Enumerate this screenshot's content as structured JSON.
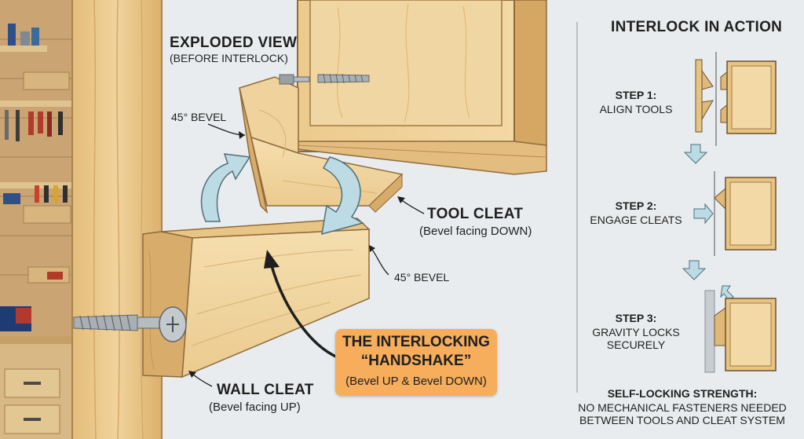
{
  "exploded_view": {
    "title": "EXPLODED VIEW",
    "subtitle": "(BEFORE INTERLOCK)"
  },
  "bevel_top": "45° BEVEL",
  "bevel_bottom": "45° BEVEL",
  "tool_cleat": {
    "title": "TOOL CLEAT",
    "subtitle": "(Bevel facing DOWN)"
  },
  "wall_cleat": {
    "title": "WALL CLEAT",
    "subtitle": "(Bevel facing UP)"
  },
  "handshake": {
    "line1": "THE INTERLOCKING",
    "line2": "“HANDSHAKE”",
    "subtitle": "(Bevel UP & Bevel DOWN)"
  },
  "interlock": {
    "title": "INTERLOCK IN ACTION",
    "steps": [
      {
        "title": "STEP 1:",
        "desc": "ALIGN TOOLS"
      },
      {
        "title": "STEP 2:",
        "desc": "ENGAGE CLEATS"
      },
      {
        "title": "STEP 3:",
        "desc": "GRAVITY LOCKS",
        "desc2": "SECURELY"
      }
    ]
  },
  "strength": {
    "title": "SELF-LOCKING STRENGTH:",
    "line1": "NO MECHANICAL FASTENERS NEEDED",
    "line2": "BETWEEN TOOLS AND CLEAT SYSTEM"
  },
  "colors": {
    "wood_light": "#f2d9a6",
    "wood_mid": "#e8c483",
    "wood_dark": "#cfa465",
    "arrow_blue": "#bcdbe4",
    "callout_orange": "#f6ad5c",
    "background": "#e9ecee"
  }
}
